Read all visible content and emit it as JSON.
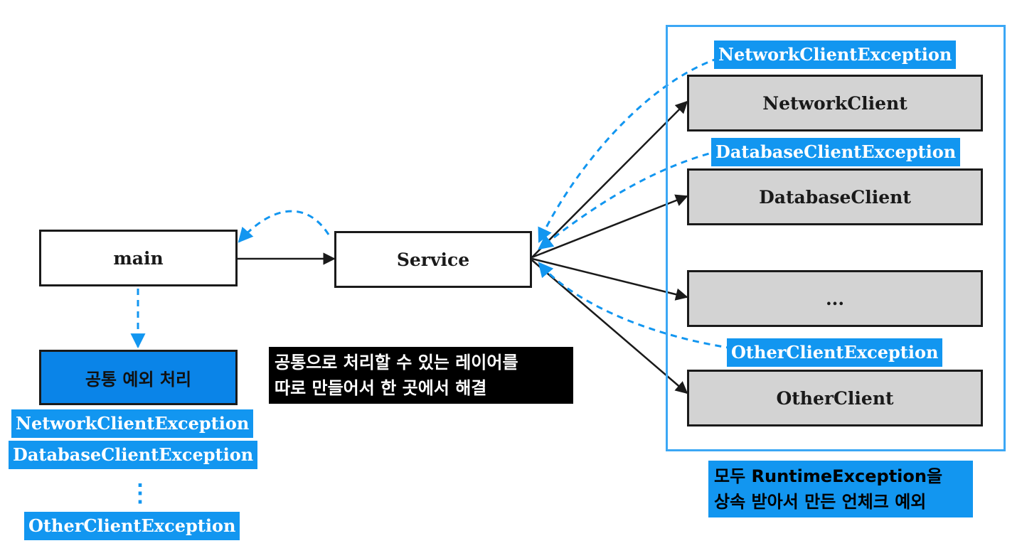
{
  "nodes": {
    "main": "main",
    "service": "Service",
    "network_client": "NetworkClient",
    "database_client": "DatabaseClient",
    "ellipsis_client": "...",
    "other_client": "OtherClient",
    "common_handler": "공통 예외 처리"
  },
  "exceptions_right": {
    "network": "NetworkClientException",
    "database": "DatabaseClientException",
    "other": "OtherClientException"
  },
  "exceptions_left": {
    "network": "NetworkClientException",
    "database": "DatabaseClientException",
    "vertical_dots": "⋮",
    "other": "OtherClientException"
  },
  "notes": {
    "common_layer_line1": "공통으로 처리할 수 있는 레이어를",
    "common_layer_line2": "따로 만들어서 한 곳에서 해결",
    "runtime_line1": "모두 RuntimeException을",
    "runtime_line2": "상속 받아서 만든 언체크 예외"
  },
  "colors": {
    "accent_blue": "#1296f0",
    "handler_blue": "#0a84e8",
    "client_gray": "#d3d3d3",
    "outline": "#1a1a1a"
  }
}
